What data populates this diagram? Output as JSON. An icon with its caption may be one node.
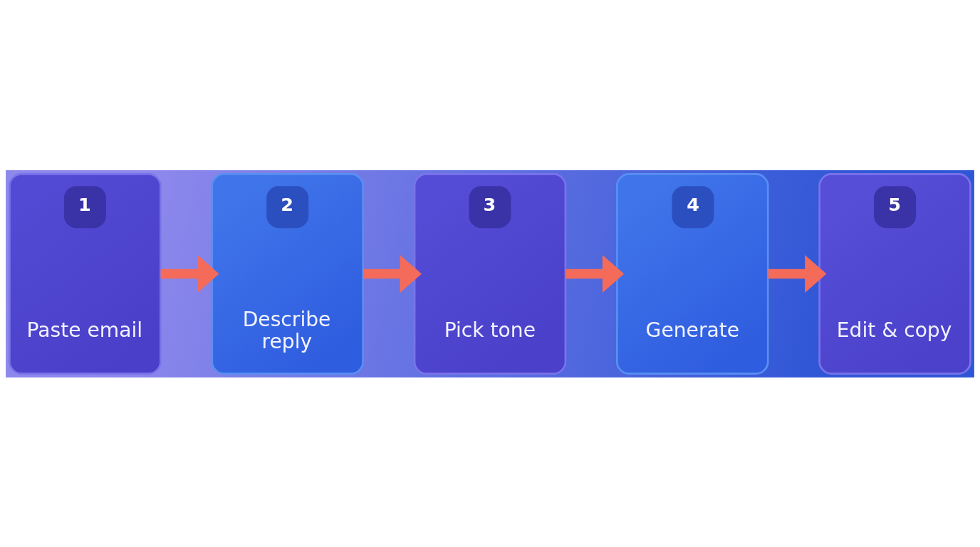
{
  "diagram": {
    "nodes": [
      {
        "text": [
          "1",
          "Paste email"
        ]
      },
      {
        "text": [
          "2",
          "Describe reply"
        ]
      },
      {
        "text": [
          "3",
          "Pick tone"
        ]
      },
      {
        "text": [
          "4",
          "Generate"
        ]
      },
      {
        "text": [
          "5",
          "Edit & copy"
        ]
      }
    ],
    "edges": [
      {
        "from": 0,
        "to": 1,
        "arrow": "to"
      },
      {
        "from": 1,
        "to": 2,
        "arrow": "to"
      },
      {
        "from": 2,
        "to": 3,
        "arrow": "to"
      },
      {
        "from": 3,
        "to": 4,
        "arrow": "to"
      }
    ]
  }
}
